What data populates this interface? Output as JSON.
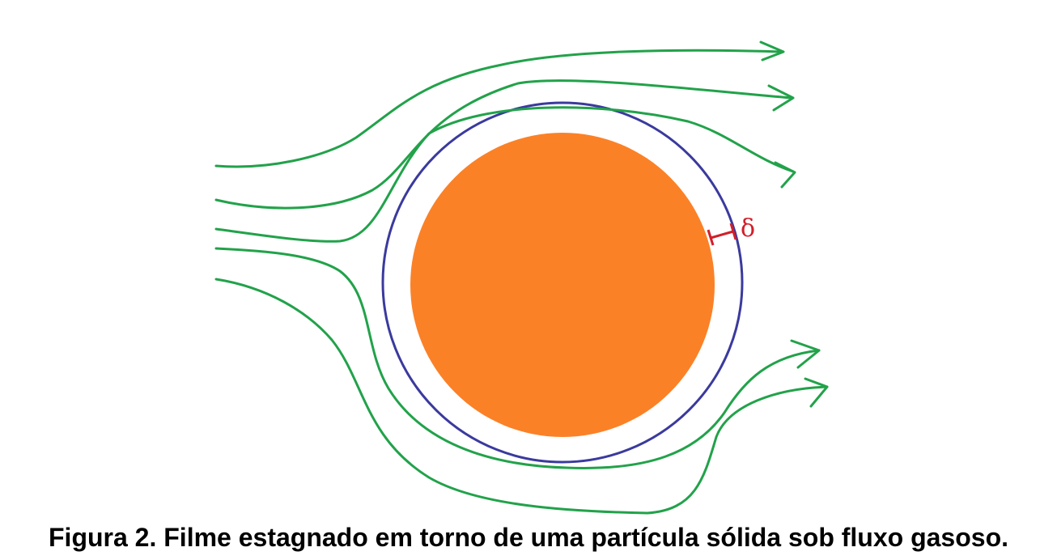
{
  "figure": {
    "caption": "Figura 2. Filme estagnado em torno de uma partícula sólida sob fluxo gasoso.",
    "delta_symbol": "δ"
  },
  "colors": {
    "particle": "#FB8127",
    "film_boundary": "#3A3A9E",
    "streamlines": "#22A24A",
    "film_thickness_marker": "#D21F2A",
    "caption_text": "#000000",
    "background": "#FFFFFF"
  },
  "elements": {
    "particle": "solid-particle",
    "film": "stagnant-gas-film",
    "streamline_count": 5,
    "flow_direction": "left-to-right"
  }
}
